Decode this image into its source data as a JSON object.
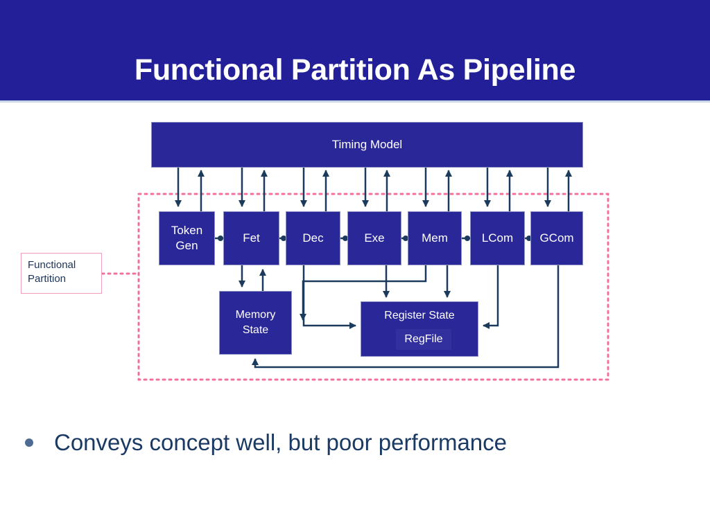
{
  "slide": {
    "title": "Functional Partition As Pipeline",
    "header_color": "#221f99",
    "box_color": "#2a2899",
    "arrow_color": "#1b3a5c",
    "partition_border_color": "#f2709c",
    "bullet_text_color": "#1b3a63"
  },
  "diagram": {
    "timing_model": {
      "label": "Timing Model"
    },
    "stages": [
      {
        "id": "token-gen",
        "label_line1": "Token",
        "label_line2": "Gen"
      },
      {
        "id": "fet",
        "label": "Fet"
      },
      {
        "id": "dec",
        "label": "Dec"
      },
      {
        "id": "exe",
        "label": "Exe"
      },
      {
        "id": "mem",
        "label": "Mem"
      },
      {
        "id": "lcom",
        "label": "LCom"
      },
      {
        "id": "gcom",
        "label": "GCom"
      }
    ],
    "memory_state": {
      "label_line1": "Memory",
      "label_line2": "State"
    },
    "register_state": {
      "label": "Register State",
      "inner_label": "RegFile"
    },
    "callout": {
      "label_line1": "Functional",
      "label_line2": "Partition"
    }
  },
  "bullets": [
    {
      "text": "Conveys concept well, but poor performance"
    }
  ]
}
